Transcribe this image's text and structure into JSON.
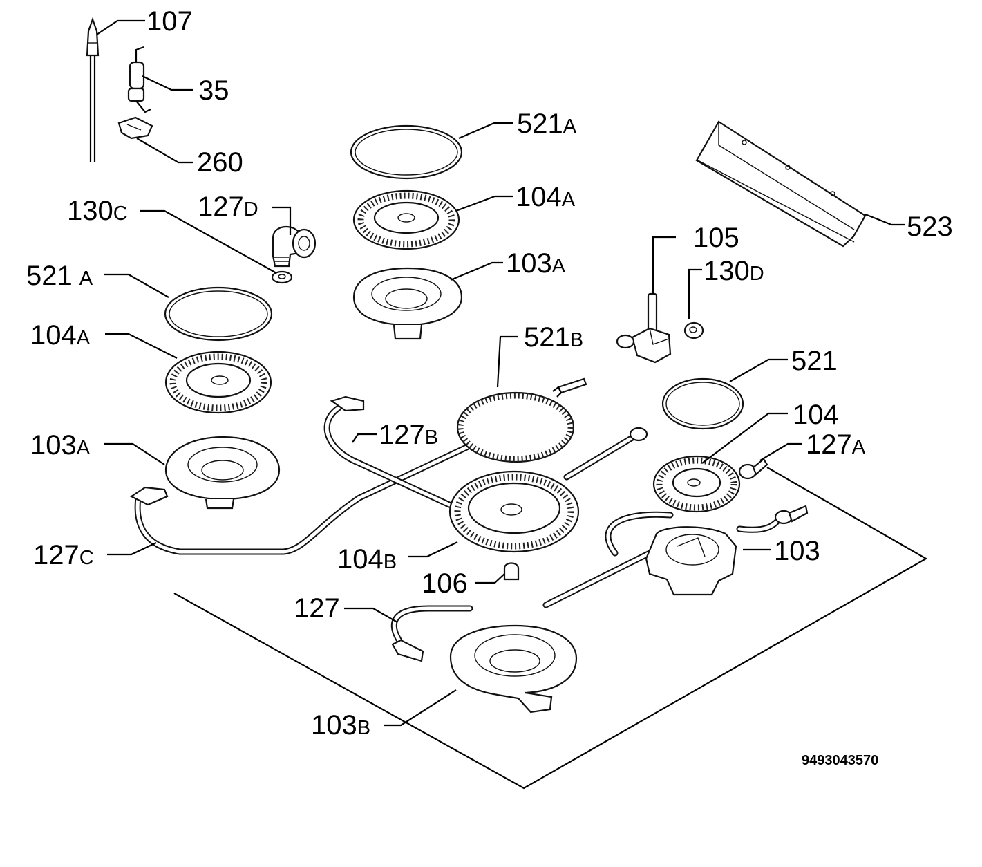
{
  "diagram": {
    "code": "9493043570",
    "callouts": [
      {
        "id": "107",
        "num": "107",
        "suffix": ""
      },
      {
        "id": "35",
        "num": "35",
        "suffix": ""
      },
      {
        "id": "260",
        "num": "260",
        "suffix": ""
      },
      {
        "id": "130c",
        "num": "130",
        "suffix": "C"
      },
      {
        "id": "127d",
        "num": "127",
        "suffix": "D"
      },
      {
        "id": "521a-top",
        "num": "521",
        "suffix": "A"
      },
      {
        "id": "104a-top",
        "num": "104",
        "suffix": "A"
      },
      {
        "id": "103a-top",
        "num": "103",
        "suffix": "A"
      },
      {
        "id": "523",
        "num": "523",
        "suffix": ""
      },
      {
        "id": "105",
        "num": "105",
        "suffix": ""
      },
      {
        "id": "130d",
        "num": "130",
        "suffix": "D"
      },
      {
        "id": "521a-left",
        "num": "521",
        "suffix": "A"
      },
      {
        "id": "104a-left",
        "num": "104",
        "suffix": "A"
      },
      {
        "id": "521b",
        "num": "521",
        "suffix": "B"
      },
      {
        "id": "521",
        "num": "521",
        "suffix": ""
      },
      {
        "id": "104",
        "num": "104",
        "suffix": ""
      },
      {
        "id": "127b",
        "num": "127",
        "suffix": "B"
      },
      {
        "id": "127a",
        "num": "127",
        "suffix": "A"
      },
      {
        "id": "103a-left",
        "num": "103",
        "suffix": "A"
      },
      {
        "id": "103",
        "num": "103",
        "suffix": ""
      },
      {
        "id": "127c",
        "num": "127",
        "suffix": "C"
      },
      {
        "id": "104b",
        "num": "104",
        "suffix": "B"
      },
      {
        "id": "106",
        "num": "106",
        "suffix": ""
      },
      {
        "id": "127",
        "num": "127",
        "suffix": ""
      },
      {
        "id": "103b",
        "num": "103",
        "suffix": "B"
      }
    ]
  }
}
